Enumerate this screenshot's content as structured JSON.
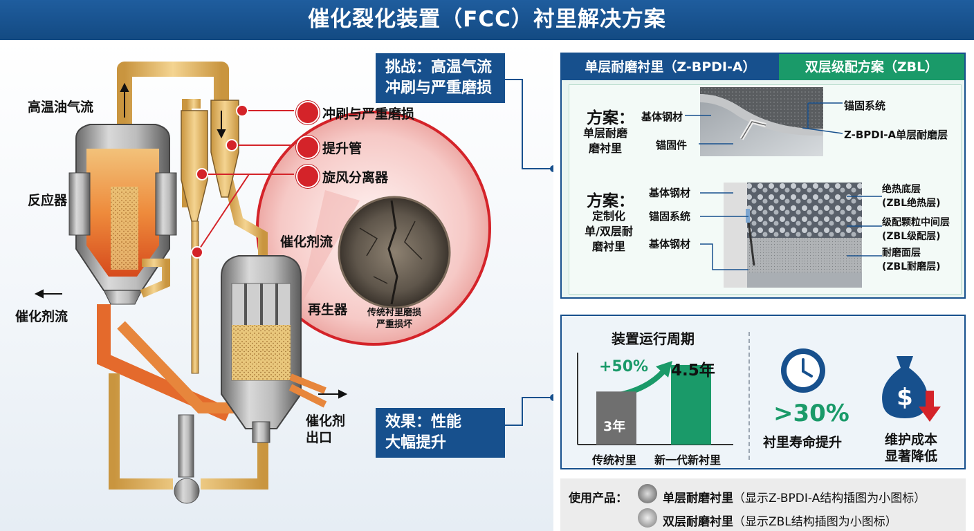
{
  "header": {
    "title": "催化裂化装置（FCC）衬里解决方案"
  },
  "diagram": {
    "labels": {
      "oil_gas": "高温油气流",
      "reactor": "反应器",
      "catalyst_flow_left": "催化剂流",
      "catalyst_flow_mid": "催化剂流",
      "regenerator": "再生器",
      "catalyst_outlet": "催化剂\n出口"
    },
    "callouts": {
      "erosion": "冲刷与严重磨损",
      "riser": "提升管",
      "cyclone": "旋风分离器"
    },
    "crack_caption": "传统衬里磨损\n严重损坏"
  },
  "challenge_box": "挑战：高温气流\n冲刷与严重磨损",
  "effect_box": "效果：性能\n大幅提升",
  "solutions": {
    "tab_single": "单层耐磨衬里（Z-BPDI-A）",
    "tab_double": "双层级配方案（ZBL）",
    "plan1": {
      "title": "方案：",
      "subtitle": "单层耐磨\n磨衬里",
      "base_material": "基体钢材",
      "anchor_piece": "锚固件",
      "anchor_system": "锚固系统",
      "layer": "Z-BPDI-A单层耐磨层"
    },
    "plan2": {
      "title": "方案：",
      "subtitle": "定制化\n单/双层耐\n磨衬里",
      "base_material_top": "基体钢材",
      "anchor_system": "锚固系统",
      "base_material_bottom": "基体钢材",
      "insulation": "绝热底层\n(ZBL绝热层)",
      "graded": "级配颗粒中间层\n(ZBL级配层)",
      "wear_face": "耐磨面层\n(ZBL耐磨层)"
    }
  },
  "performance": {
    "chart_title": "装置运行周期",
    "increase": "+50%",
    "old_value_label": "3年",
    "new_value_label": "4.5年",
    "old_category": "传统衬里",
    "new_category": "新一代新衬里",
    "life_value": ">30%",
    "life_label": "衬里寿命提升",
    "cost_label": "维护成本\n显著降低"
  },
  "products": {
    "label": "使用产品：",
    "item1_name": "单层耐磨衬里",
    "item1_note": "（显示Z-BPDI-A结构插图为小图标）",
    "item2_name": "双层耐磨衬里",
    "item2_note": "（显示ZBL结构插图为小图标）"
  },
  "chart_data": {
    "type": "bar",
    "title": "装置运行周期",
    "categories": [
      "传统衬里",
      "新一代新衬里"
    ],
    "values": [
      3,
      4.5
    ],
    "ylim": [
      0,
      5.2
    ]
  },
  "colors": {
    "header": "#17508d",
    "green": "#1a9a69",
    "red": "#d42329",
    "old_bar": "#6f6f6f",
    "new_bar": "#1a9a69"
  }
}
